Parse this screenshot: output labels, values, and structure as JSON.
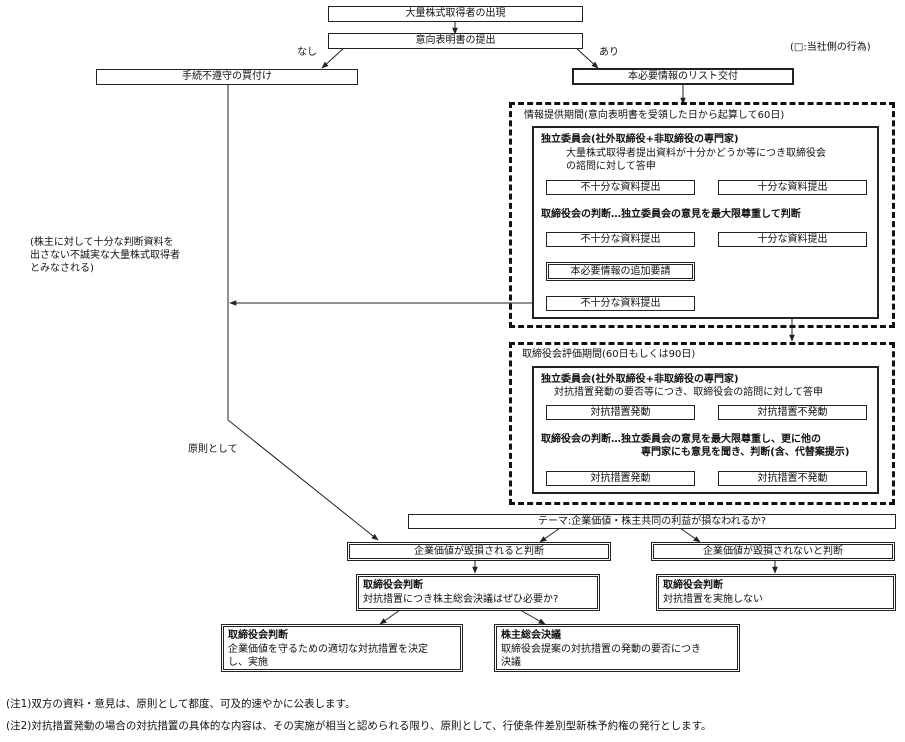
{
  "boxes": {
    "start": "大量株式取得者の出現",
    "intent": "意向表明書の提出",
    "non_compliant": "手続不遵守の買付け",
    "list": "本必要情報のリスト交付",
    "p1_insufficient1": "不十分な資料提出",
    "p1_sufficient1": "十分な資料提出",
    "p1_insufficient2": "不十分な資料提出",
    "p1_sufficient2": "十分な資料提出",
    "p1_request": "本必要情報の追加要請",
    "p1_insufficient3": "不十分な資料提出",
    "p2_invoke": "対抗措置発動",
    "p2_noinvoke": "対抗措置不発動",
    "p2_invoke2": "対抗措置発動",
    "p2_noinvoke2": "対抗措置不発動",
    "theme": "テーマ:企業価値・株主共同の利益が損なわれるか?",
    "damaged": "企業価値が毀損されると判断",
    "not_damaged": "企業価値が毀損されないと判断"
  },
  "labels": {
    "nashi": "なし",
    "ari": "あり",
    "legend": "(□:当社側の行為)",
    "principle": "原則として",
    "side_note": [
      "(株主に対して十分な判断資料を",
      "出さない不誠実な大量株式取得者",
      "とみなされる)"
    ]
  },
  "period1": {
    "title": "情報提供期間(意向表明書を受領した日から起算して60日)",
    "committee_head": "独立委員会(社外取締役+非取締役の専門家)",
    "committee_body": [
      "大量株式取得者提出資料が十分かどうか等につき取締役会",
      "の諮問に対して答申"
    ],
    "board": "取締役会の判断…独立委員会の意見を最大限尊重して判断"
  },
  "period2": {
    "title": "取締役会評価期間(60日もしくは90日)",
    "committee_head": "独立委員会(社外取締役+非取締役の専門家)",
    "committee_body": "対抗措置発動の要否等につき、取締役会の諮問に対して答申",
    "board": [
      "取締役会の判断…独立委員会の意見を最大限尊重し、更に他の",
      "専門家にも意見を聞き、判断(含、代替案提示)"
    ]
  },
  "decisions": {
    "board_left_head": "取締役会判断",
    "board_left_body": "対抗措置につき株主総会決議はぜひ必要か?",
    "board_right_head": "取締役会判断",
    "board_right_body": "対抗措置を実施しない",
    "final_left_head": "取締役会判断",
    "final_left_body": [
      "企業価値を守るための適切な対抗措置を決定",
      "し、実施"
    ],
    "final_mid_head": "株主総会決議",
    "final_mid_body": [
      "取締役会提案の対抗措置の発動の要否につき",
      "決議"
    ]
  },
  "notes": [
    "(注1)双方の資料・意見は、原則として都度、可及的速やかに公表します。",
    "(注2)対抗措置発動の場合の対抗措置の具体的な内容は、その実施が相当と認められる限り、原則として、行使条件差別型新株予約権の発行とします。"
  ]
}
